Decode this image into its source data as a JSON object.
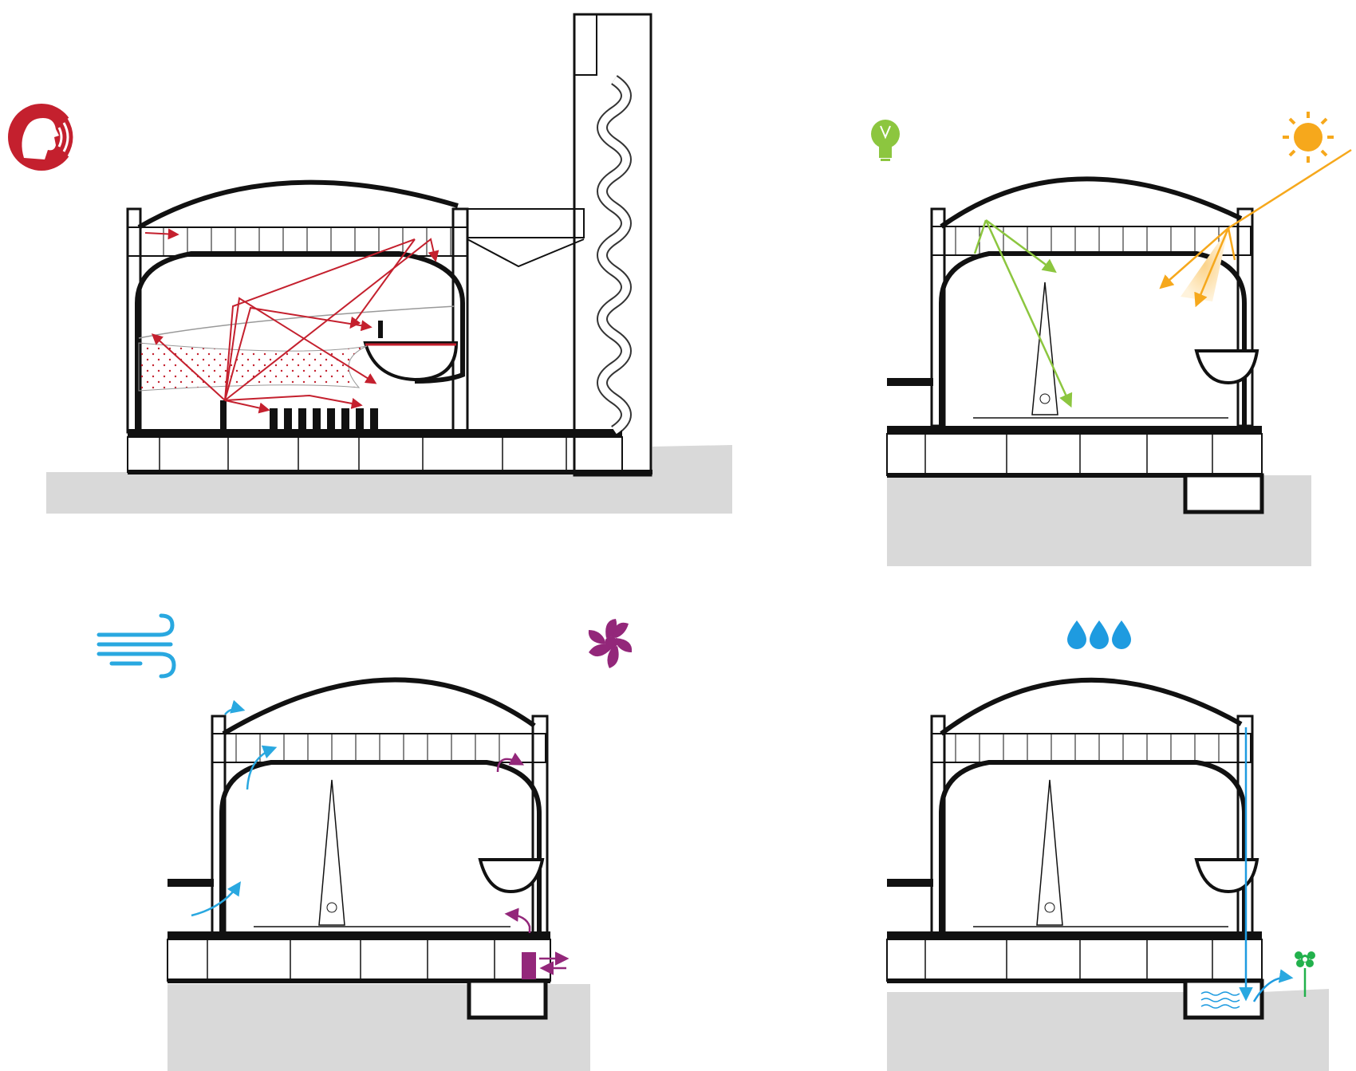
{
  "diagram": {
    "panels": [
      {
        "id": "acoustics",
        "icon": "speaking-head-sound-icon",
        "accent": "#c4202e"
      },
      {
        "id": "lighting",
        "icon": "light-bulb-icon",
        "icon2": "sun-icon",
        "accent": "#8cc63f",
        "accent2": "#f6a81c"
      },
      {
        "id": "ventilation",
        "icon": "wind-icon",
        "icon2": "fan-icon",
        "accent": "#29a8e0",
        "accent2": "#93277a"
      },
      {
        "id": "water",
        "icon": "water-drops-icon",
        "icon2": "flower-icon",
        "accent": "#1e9be0",
        "accent2": "#22b14c"
      }
    ],
    "colors": {
      "ground": "#d9d9d9",
      "line": "#111111"
    }
  }
}
